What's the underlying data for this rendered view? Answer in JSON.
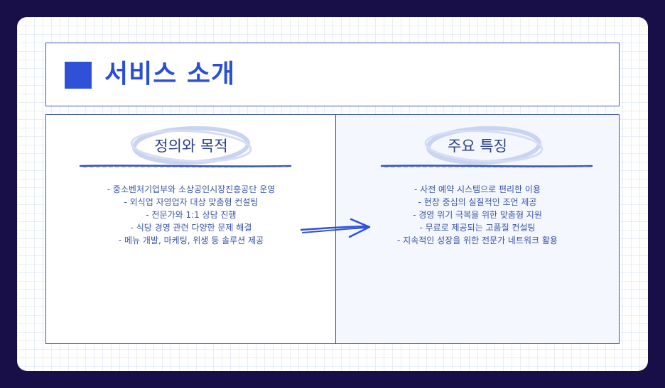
{
  "title": "서비스 소개",
  "left_panel": {
    "heading": "정의와 목적",
    "items": [
      "- 중소벤처기업부와 소상공인시장진흥공단 운영",
      "- 외식업 자영업자 대상 맞춤형 컨설팅",
      "- 전문가와 1:1 상담 진행",
      "- 식당 경영 관련 다양한 문제 해결",
      "- 메뉴 개발, 마케팅, 위생 등 솔루션 제공"
    ]
  },
  "right_panel": {
    "heading": "주요 특징",
    "items": [
      "- 사전 예약 시스템으로 편리한 이용",
      "- 현장 중심의 실질적인 조언 제공",
      "- 경영 위기 극복을 위한 맞춤형 지원",
      "- 무료로 제공되는 고품질 컨설팅",
      "- 지속적인 성장을 위한 전문가 네트워크 활용"
    ]
  },
  "colors": {
    "background": "#180f48",
    "accent": "#2f51d8",
    "border": "#3a57b4",
    "text": "#3a55a8"
  },
  "icons": [
    "title-square-icon",
    "handdrawn-circle-icon",
    "brush-underline-icon",
    "sketch-arrow-icon"
  ]
}
